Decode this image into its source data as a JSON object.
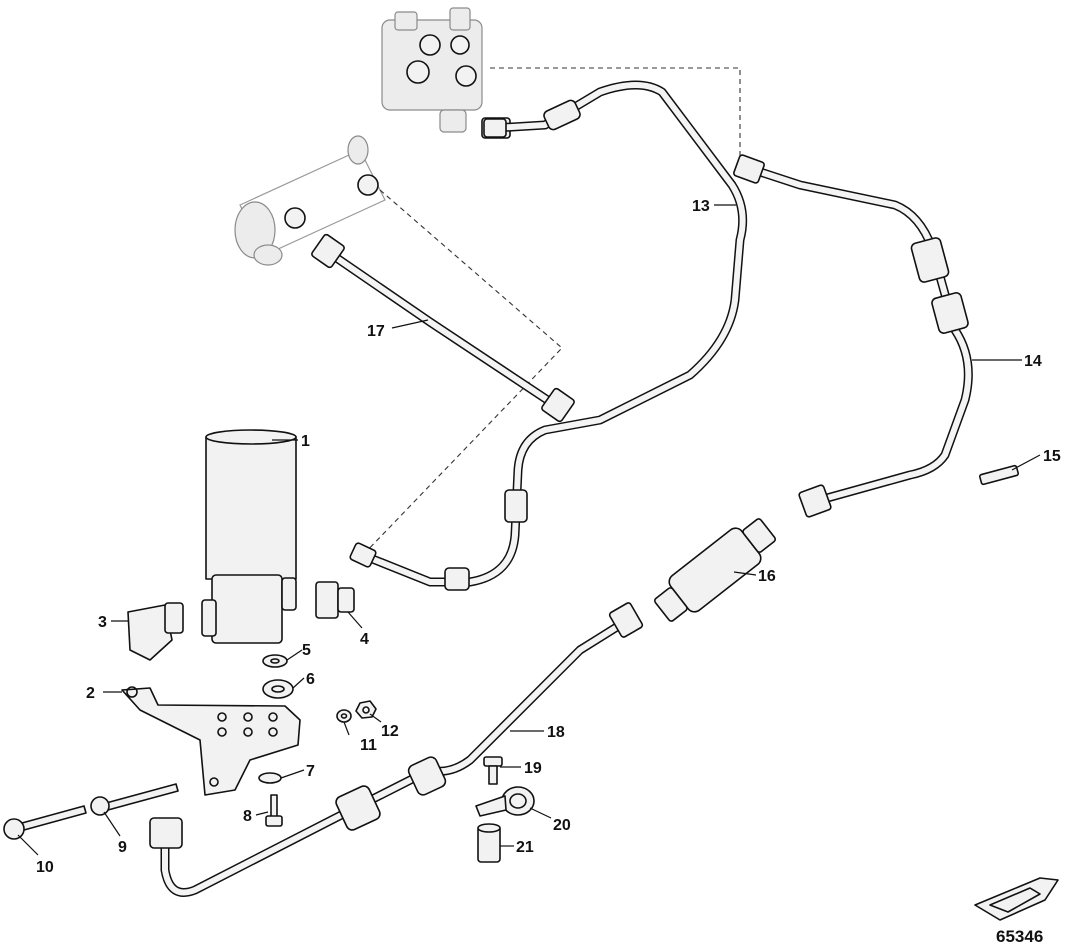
{
  "diagram": {
    "reference_number": "65346",
    "callouts": [
      {
        "id": "1",
        "label": "1"
      },
      {
        "id": "2",
        "label": "2"
      },
      {
        "id": "3",
        "label": "3"
      },
      {
        "id": "4",
        "label": "4"
      },
      {
        "id": "5",
        "label": "5"
      },
      {
        "id": "6",
        "label": "6"
      },
      {
        "id": "7",
        "label": "7"
      },
      {
        "id": "8",
        "label": "8"
      },
      {
        "id": "9",
        "label": "9"
      },
      {
        "id": "10",
        "label": "10"
      },
      {
        "id": "11",
        "label": "11"
      },
      {
        "id": "12",
        "label": "12"
      },
      {
        "id": "13",
        "label": "13"
      },
      {
        "id": "14",
        "label": "14"
      },
      {
        "id": "15",
        "label": "15"
      },
      {
        "id": "16",
        "label": "16"
      },
      {
        "id": "17",
        "label": "17"
      },
      {
        "id": "18",
        "label": "18"
      },
      {
        "id": "19",
        "label": "19"
      },
      {
        "id": "20",
        "label": "20"
      },
      {
        "id": "21",
        "label": "21"
      }
    ]
  }
}
